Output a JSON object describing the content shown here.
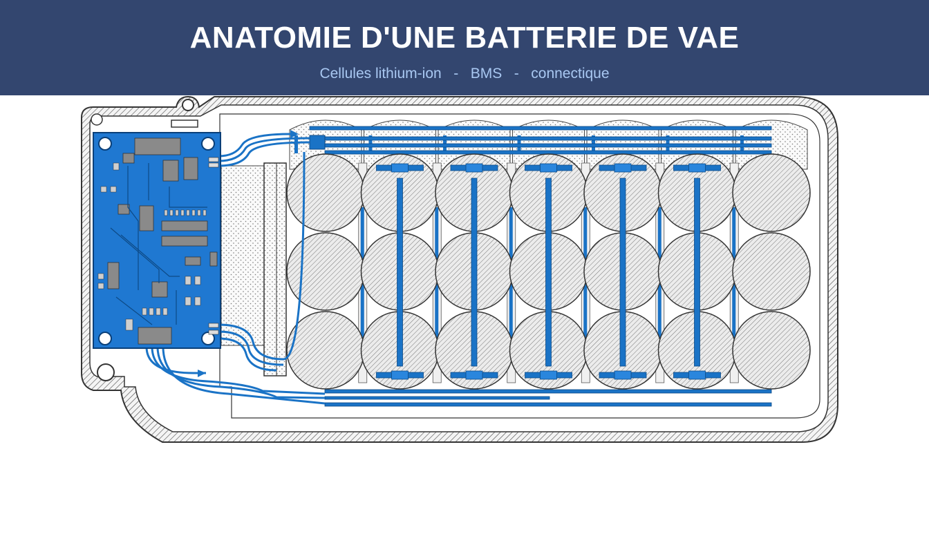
{
  "header": {
    "title": "ANATOMIE D'UNE BATTERIE DE VAE",
    "subtitle_parts": [
      "Cellules lithium-ion",
      "BMS",
      "connectique"
    ],
    "separator": "-"
  },
  "colors": {
    "header_bg": "#33466f",
    "title": "#ffffff",
    "subtitle": "#a9c8f2",
    "pcb": "#1f78d1",
    "wire": "#1a73c6",
    "hatch": "#555555",
    "cell_fill": "#e9e9e9"
  },
  "cells": {
    "rows": 3,
    "columns": 7
  },
  "icons": [
    "bms-board",
    "battery-cell",
    "busbar",
    "connector",
    "mounting-hole",
    "wire-harness"
  ]
}
